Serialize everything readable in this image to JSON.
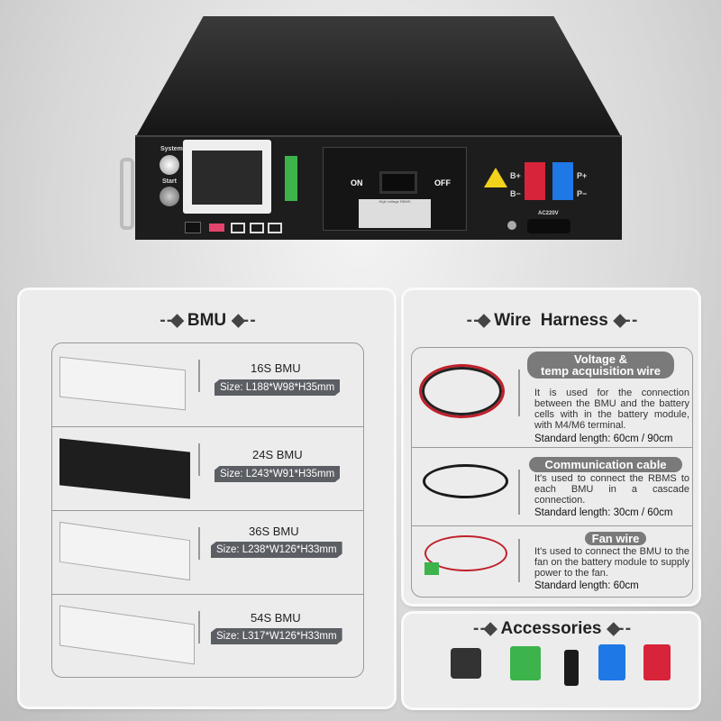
{
  "device": {
    "labels": {
      "system": "System",
      "start": "Start",
      "on": "ON",
      "off": "OFF",
      "b_plus": "B+",
      "b_minus": "B−",
      "p_plus": "P+",
      "p_minus": "P−",
      "ac": "AC220V",
      "plate": "High voltage RBMS"
    },
    "colors": {
      "b_connector": "#d8243a",
      "p_connector": "#1e78e6",
      "terminal": "#3cb44b",
      "warning": "#f2d21a"
    }
  },
  "bmu": {
    "title": "BMU",
    "items": [
      {
        "name": "16S BMU",
        "size": "Size: L188*W98*H35mm",
        "color": "#e8e8e8"
      },
      {
        "name": "24S BMU",
        "size": "Size:  L243*W91*H35mm",
        "color": "#1e1e1e"
      },
      {
        "name": "36S BMU",
        "size": "Size: L238*W126*H33mm",
        "color": "#eeeeee"
      },
      {
        "name": "54S BMU",
        "size": "Size: L317*W126*H33mm",
        "color": "#eeeeee"
      }
    ]
  },
  "wire": {
    "title_a": "Wire",
    "title_b": "Harness",
    "items": [
      {
        "name_1": "Voltage &",
        "name_2": "temp acquisition wire",
        "desc": "It is used for the connection between the BMU and the battery cells with in the battery module, with M4/M6 terminal.",
        "std": "Standard length: 60cm / 90cm"
      },
      {
        "name_1": "Communication cable",
        "desc": "It's used to connect the RBMS to each BMU in a cascade connection.",
        "std": "Standard length: 30cm / 60cm"
      },
      {
        "name_1": "Fan wire",
        "desc": "It's used to connect the BMU to the fan on the battery module to supply power to the fan.",
        "std": "Standard length: 60cm"
      }
    ]
  },
  "accessories": {
    "title": "Accessories"
  }
}
